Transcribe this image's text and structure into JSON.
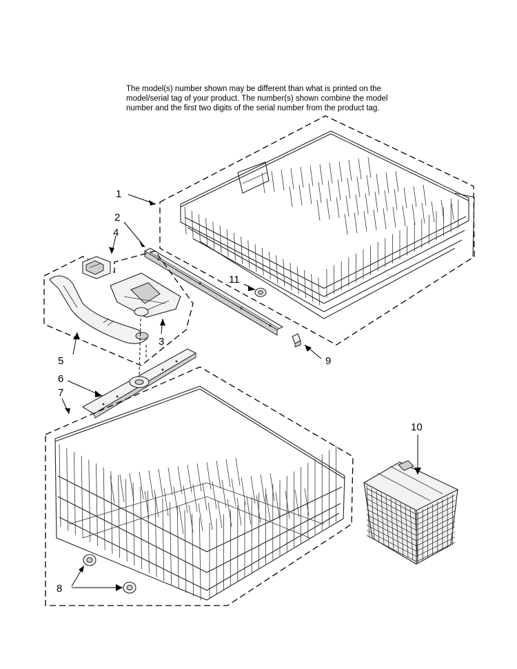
{
  "note": {
    "lines": [
      "The model(s) number shown may be different than what is printed on the",
      "model/serial tag of your product. The number(s) shown combine the model",
      "number and the first two digits of the serial number from the product tag."
    ]
  },
  "callouts": [
    "1",
    "2",
    "3",
    "4",
    "5",
    "6",
    "7",
    "8",
    "9",
    "10",
    "11"
  ],
  "parts": [
    {
      "id": "1",
      "icon": "upper-dishrack-icon"
    },
    {
      "id": "2",
      "icon": "rack-track-icon"
    },
    {
      "id": "3",
      "icon": "spray-arm-manifold-icon"
    },
    {
      "id": "4",
      "icon": "clip-icon"
    },
    {
      "id": "5",
      "icon": "spray-arm-tube-icon"
    },
    {
      "id": "6",
      "icon": "mid-spray-arm-icon"
    },
    {
      "id": "7",
      "icon": "lower-dishrack-icon"
    },
    {
      "id": "8",
      "icon": "rack-wheel-icon"
    },
    {
      "id": "9",
      "icon": "track-stop-icon"
    },
    {
      "id": "10",
      "icon": "silverware-basket-icon"
    },
    {
      "id": "11",
      "icon": "rack-roller-icon"
    }
  ]
}
